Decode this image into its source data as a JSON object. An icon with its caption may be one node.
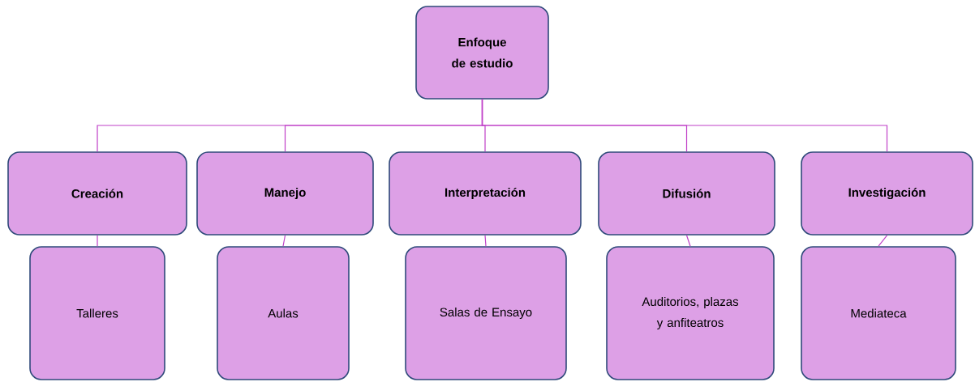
{
  "diagram": {
    "nodes": [
      {
        "text": [
          "Enfoque de estudio"
        ]
      },
      {
        "text": [
          "Creación"
        ]
      },
      {
        "text": [
          "Manejo"
        ]
      },
      {
        "text": [
          "Interpretación"
        ]
      },
      {
        "text": [
          "Difusión"
        ]
      },
      {
        "text": [
          "Investigación"
        ]
      },
      {
        "text": [
          "Talleres"
        ]
      },
      {
        "text": [
          "Aulas"
        ]
      },
      {
        "text": [
          "Salas de Ensayo"
        ]
      },
      {
        "text": [
          "Auditorios, plazas y anfiteatros"
        ]
      },
      {
        "text": [
          "Mediateca"
        ]
      }
    ],
    "edges": [
      {
        "from": 0,
        "to": 1,
        "arrow": "none"
      },
      {
        "from": 0,
        "to": 2,
        "arrow": "none"
      },
      {
        "from": 0,
        "to": 3,
        "arrow": "none"
      },
      {
        "from": 0,
        "to": 4,
        "arrow": "none"
      },
      {
        "from": 0,
        "to": 5,
        "arrow": "none"
      },
      {
        "from": 1,
        "to": 6,
        "arrow": "none"
      },
      {
        "from": 2,
        "to": 7,
        "arrow": "none"
      },
      {
        "from": 3,
        "to": 8,
        "arrow": "none"
      },
      {
        "from": 4,
        "to": 9,
        "arrow": "none"
      },
      {
        "from": 5,
        "to": 10,
        "arrow": "none"
      }
    ]
  }
}
